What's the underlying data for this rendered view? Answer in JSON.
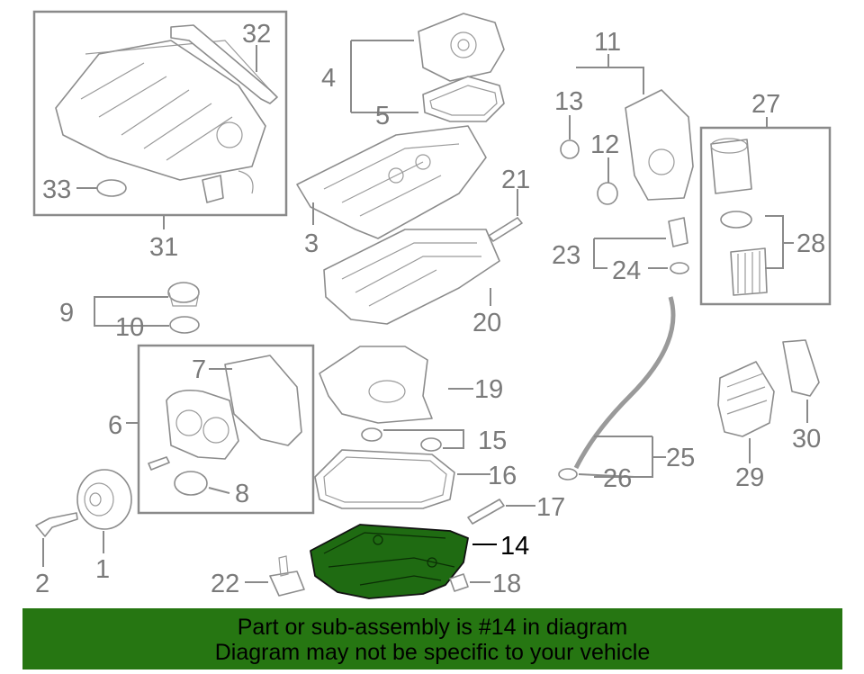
{
  "callouts": {
    "c1": "1",
    "c2": "2",
    "c3": "3",
    "c4": "4",
    "c5": "5",
    "c6": "6",
    "c7": "7",
    "c8": "8",
    "c9": "9",
    "c10": "10",
    "c11": "11",
    "c12": "12",
    "c13": "13",
    "c14": "14",
    "c15": "15",
    "c16": "16",
    "c17": "17",
    "c18": "18",
    "c19": "19",
    "c20": "20",
    "c21": "21",
    "c22": "22",
    "c23": "23",
    "c24": "24",
    "c25": "25",
    "c26": "26",
    "c27": "27",
    "c28": "28",
    "c29": "29",
    "c30": "30",
    "c31": "31",
    "c32": "32",
    "c33": "33"
  },
  "highlighted_part": "14",
  "colors": {
    "highlight": "#1f6b12",
    "banner": "#267612",
    "line": "#8a8a8a"
  },
  "banner": {
    "line1": "Part or sub-assembly is #14 in diagram",
    "line2": "Diagram may not be specific to your vehicle"
  }
}
